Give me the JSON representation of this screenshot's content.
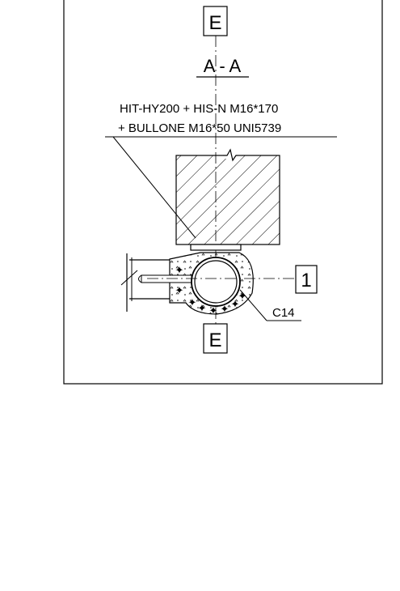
{
  "section_title": "A - A",
  "labels": {
    "top_marker": "E",
    "bottom_marker": "E",
    "callout_1": "1",
    "weld_label": "C14"
  },
  "annotation": {
    "line1": "HIT-HY200 + HIS-N M16*170",
    "line2": "+ BULLONE M16*50 UNI5739"
  }
}
